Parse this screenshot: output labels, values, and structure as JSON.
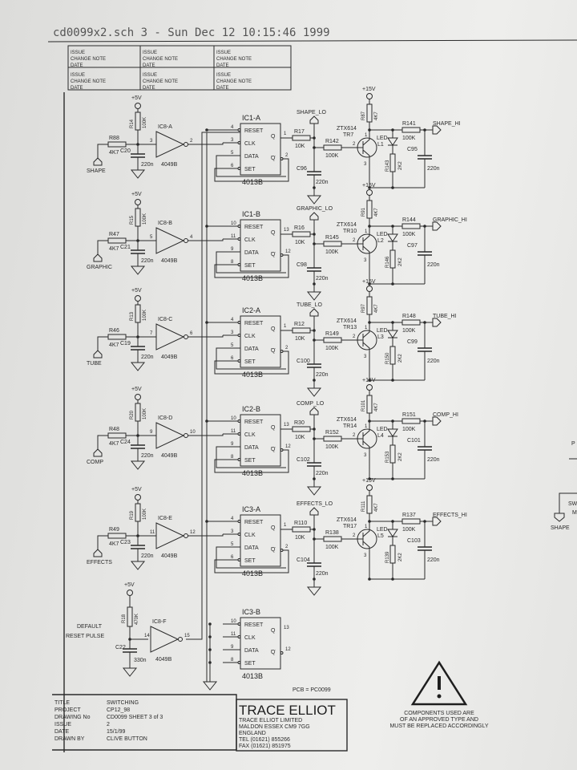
{
  "header": {
    "plot_stamp": "cd0099x2.sch 3 - Sun Dec 12 10:15:46 1999"
  },
  "revision_table": {
    "cells": [
      [
        "ISSUE",
        "CHANGE NOTE",
        "DATE"
      ],
      [
        "ISSUE",
        "CHANGE NOTE",
        "DATE"
      ],
      [
        "ISSUE",
        "CHANGE NOTE",
        "DATE"
      ],
      [
        "ISSUE",
        "CHANGE NOTE",
        "DATE"
      ],
      [
        "ISSUE",
        "CHANGE NOTE",
        "DATE"
      ],
      [
        "ISSUE",
        "CHANGE NOTE",
        "DATE"
      ]
    ]
  },
  "supplies": {
    "v5": "+5V",
    "v15": "+15V"
  },
  "pins": {
    "reset": "RESET",
    "clk": "CLK",
    "data": "DATA",
    "set": "SET",
    "q": "Q",
    "qbar": "Q"
  },
  "channels": [
    {
      "input": "SHAPE",
      "rin": "R88",
      "rin_v": "4K7",
      "rpu": "R14",
      "rpu_v": "100K",
      "cin": "C20",
      "cin_v": "220n",
      "inv": "IC8-A",
      "inv_type": "4049B",
      "inv_in": "3",
      "inv_out": "2",
      "ff": "IC1-A",
      "ff_type": "4013B",
      "p_reset": "4",
      "p_clk": "3",
      "p_data": "5",
      "p_set": "6",
      "p_q": "1",
      "p_qb": "2",
      "rq": "R17",
      "rq_v": "10K",
      "lo": "SHAPE_LO",
      "clo": "C96",
      "clo_v": "220n",
      "rb": "R142",
      "rb_v": "100K",
      "tr_type": "ZTX614",
      "tr": "TR7",
      "rc": "R87",
      "rc_v": "4K7",
      "led": "LED",
      "led_ref": "L1",
      "rled": "R143",
      "rled_v": "2K2",
      "rout": "R141",
      "rout_v": "100K",
      "cout": "C95",
      "cout_v": "220n",
      "hi": "SHAPE_HI",
      "tp_b": "2",
      "tp_c": "1",
      "tp_e": "3"
    },
    {
      "input": "GRAPHIC",
      "rin": "R47",
      "rin_v": "4K7",
      "rpu": "R15",
      "rpu_v": "100K",
      "cin": "C21",
      "cin_v": "220n",
      "inv": "IC8-B",
      "inv_type": "4049B",
      "inv_in": "5",
      "inv_out": "4",
      "ff": "IC1-B",
      "ff_type": "4013B",
      "p_reset": "10",
      "p_clk": "11",
      "p_data": "9",
      "p_set": "8",
      "p_q": "13",
      "p_qb": "12",
      "rq": "R16",
      "rq_v": "10K",
      "lo": "GRAPHIC_LO",
      "clo": "C98",
      "clo_v": "220n",
      "rb": "R145",
      "rb_v": "100K",
      "tr_type": "ZTX614",
      "tr": "TR10",
      "rc": "R91",
      "rc_v": "4K7",
      "led": "LED",
      "led_ref": "L2",
      "rled": "R146",
      "rled_v": "2K2",
      "rout": "R144",
      "rout_v": "100K",
      "cout": "C97",
      "cout_v": "220n",
      "hi": "GRAPHIC_HI",
      "tp_b": "2",
      "tp_c": "1",
      "tp_e": "3"
    },
    {
      "input": "TUBE",
      "rin": "R46",
      "rin_v": "4K7",
      "rpu": "R13",
      "rpu_v": "100K",
      "cin": "C19",
      "cin_v": "220n",
      "inv": "IC8-C",
      "inv_type": "4049B",
      "inv_in": "7",
      "inv_out": "6",
      "ff": "IC2-A",
      "ff_type": "4013B",
      "p_reset": "4",
      "p_clk": "3",
      "p_data": "5",
      "p_set": "6",
      "p_q": "1",
      "p_qb": "2",
      "rq": "R12",
      "rq_v": "10K",
      "lo": "TUBE_LO",
      "clo": "C100",
      "clo_v": "220n",
      "rb": "R149",
      "rb_v": "100K",
      "tr_type": "ZTX614",
      "tr": "TR13",
      "rc": "R97",
      "rc_v": "4K7",
      "led": "LED",
      "led_ref": "L3",
      "rled": "R150",
      "rled_v": "2K2",
      "rout": "R148",
      "rout_v": "100K",
      "cout": "C99",
      "cout_v": "220n",
      "hi": "TUBE_HI",
      "tp_b": "2",
      "tp_c": "1",
      "tp_e": "3"
    },
    {
      "input": "COMP",
      "rin": "R48",
      "rin_v": "4K7",
      "rpu": "R20",
      "rpu_v": "100K",
      "cin": "C24",
      "cin_v": "220n",
      "inv": "IC8-D",
      "inv_type": "4049B",
      "inv_in": "9",
      "inv_out": "10",
      "ff": "IC2-B",
      "ff_type": "4013B",
      "p_reset": "10",
      "p_clk": "11",
      "p_data": "9",
      "p_set": "8",
      "p_q": "13",
      "p_qb": "12",
      "rq": "R30",
      "rq_v": "10K",
      "lo": "COMP_LO",
      "clo": "C102",
      "clo_v": "220n",
      "rb": "R152",
      "rb_v": "100K",
      "tr_type": "ZTX614",
      "tr": "TR14",
      "rc": "R101",
      "rc_v": "4K7",
      "led": "LED",
      "led_ref": "L4",
      "rled": "R153",
      "rled_v": "2K2",
      "rout": "R151",
      "rout_v": "100K",
      "cout": "C101",
      "cout_v": "220n",
      "hi": "COMP_HI",
      "tp_b": "2",
      "tp_c": "1",
      "tp_e": "3"
    },
    {
      "input": "EFFECTS",
      "rin": "R49",
      "rin_v": "4K7",
      "rpu": "R19",
      "rpu_v": "100K",
      "cin": "C23",
      "cin_v": "220n",
      "inv": "IC8-E",
      "inv_type": "4049B",
      "inv_in": "11",
      "inv_out": "12",
      "ff": "IC3-A",
      "ff_type": "4013B",
      "p_reset": "4",
      "p_clk": "3",
      "p_data": "5",
      "p_set": "6",
      "p_q": "1",
      "p_qb": "2",
      "rq": "R110",
      "rq_v": "10K",
      "lo": "EFFECTS_LO",
      "clo": "C104",
      "clo_v": "220n",
      "rb": "R138",
      "rb_v": "100K",
      "tr_type": "ZTX614",
      "tr": "TR17",
      "rc": "R111",
      "rc_v": "4K7",
      "led": "LED",
      "led_ref": "L5",
      "rled": "R139",
      "rled_v": "2K2",
      "rout": "R137",
      "rout_v": "100K",
      "cout": "C103",
      "cout_v": "220n",
      "hi": "EFFECTS_HI",
      "tp_b": "2",
      "tp_c": "1",
      "tp_e": "3"
    }
  ],
  "reset_circuit": {
    "label1": "DEFAULT",
    "label2": "RESET PULSE",
    "r": "R18",
    "r_v": "470K",
    "c": "C22",
    "c_v": "330n",
    "inv": "IC8-F",
    "inv_type": "4049B",
    "inv_in": "14",
    "inv_out": "15",
    "ff": "IC3-B",
    "ff_type": "4013B",
    "p_reset": "10",
    "p_clk": "11",
    "p_data": "9",
    "p_set": "8",
    "p_q": "13",
    "p_qb": "12"
  },
  "pcb_note": "PCB = PC0099",
  "offpage": {
    "top": "P",
    "mid1": "SW",
    "mid2": "M",
    "port": "SHAPE"
  },
  "title_block": {
    "rows": [
      {
        "key": "TITLE",
        "value": "SWITCHING"
      },
      {
        "key": "PROJECT",
        "value": "CP12_98"
      },
      {
        "key": "DRAWING No",
        "value": "CD0099 SHEET 3 of 3"
      },
      {
        "key": "ISSUE",
        "value": "2"
      },
      {
        "key": "DATE",
        "value": "15/1/99"
      },
      {
        "key": "DRAWN BY",
        "value": "CLIVE BUTTON"
      }
    ],
    "company": "TRACE ELLIOT",
    "company_lines": [
      "TRACE ELLIOT LIMITED",
      "MALDON ESSEX CM9 7GG",
      "ENGLAND",
      "TEL (01621) 855266",
      "FAX (01621) 851975"
    ]
  },
  "warning": {
    "icon": "warning-triangle-icon",
    "lines": [
      "COMPONENTS USED ARE",
      "OF AN APPROVED TYPE AND",
      "MUST BE REPLACED ACCORDINGLY"
    ]
  }
}
